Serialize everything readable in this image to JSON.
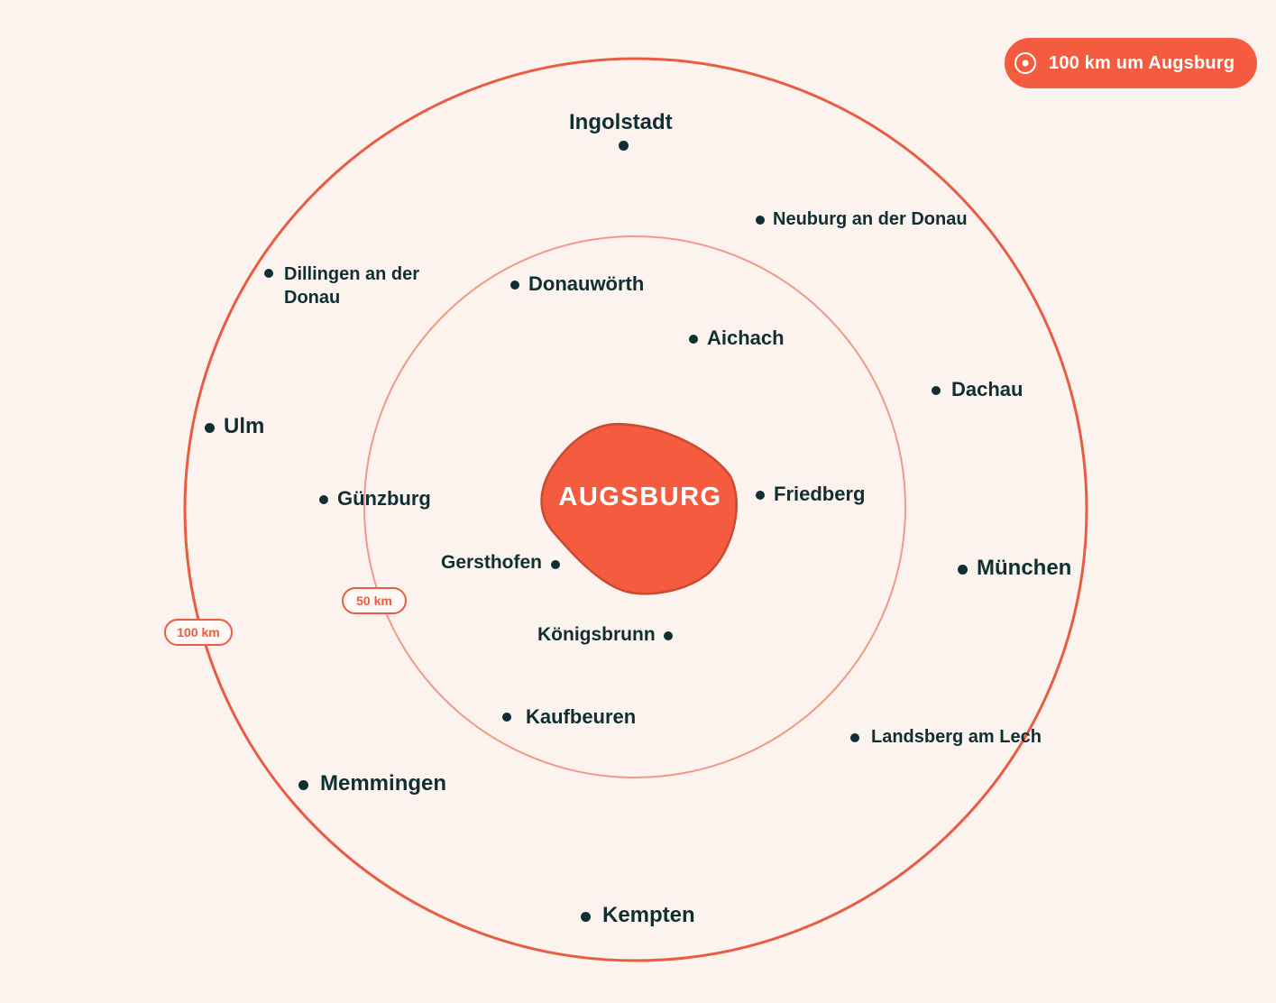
{
  "header": {
    "badge_label": "100 km um Augsburg"
  },
  "icons": {
    "badge_icon": "target-circle-icon",
    "city_marker": "city-dot-icon"
  },
  "colors": {
    "background": "#fcf3ef",
    "accent": "#f45b3f",
    "accent_dark": "#c94a33",
    "outer_ring": "#e85c42",
    "inner_ring": "#ef9a88",
    "text": "#0f2f33"
  },
  "map": {
    "center": {
      "label": "AUGSBURG"
    },
    "rings": {
      "inner_label": "50 km",
      "outer_label": "100 km"
    },
    "cities": {
      "ingolstadt": "Ingolstadt",
      "neuburg": "Neuburg an der Donau",
      "dillingen_line1": "Dillingen an der",
      "dillingen_line2": "Donau",
      "donauwoerth": "Donauwörth",
      "aichach": "Aichach",
      "dachau": "Dachau",
      "ulm": "Ulm",
      "guenzburg": "Günzburg",
      "friedberg": "Friedberg",
      "muenchen": "München",
      "gersthofen": "Gersthofen",
      "koenigsbrunn": "Königsbrunn",
      "kaufbeuren": "Kaufbeuren",
      "landsberg": "Landsberg am Lech",
      "memmingen": "Memmingen",
      "kempten": "Kempten"
    }
  }
}
